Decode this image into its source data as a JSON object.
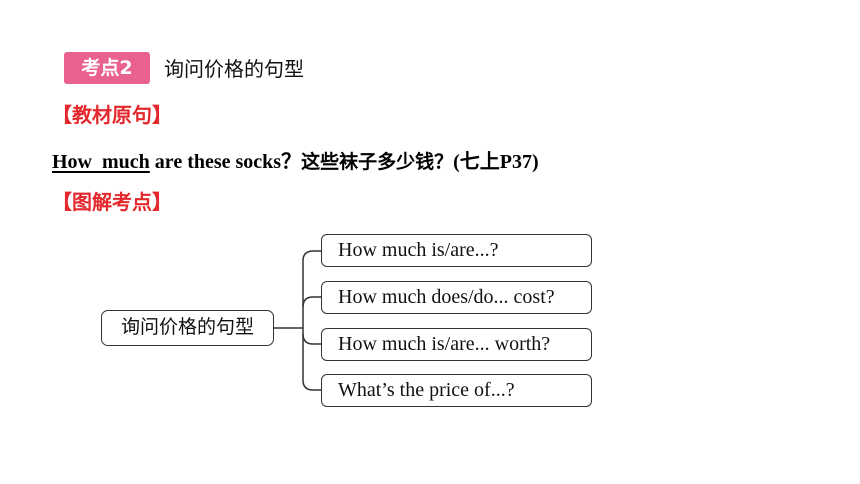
{
  "header": {
    "badge": "考点2",
    "title": "询问价格的句型"
  },
  "textbook": {
    "heading": "【教材原句】",
    "sentence_how": "How",
    "sentence_much": "much",
    "sentence_rest": " are these socks？",
    "sentence_cn": "这些袜子多少钱？",
    "sentence_src": "(七上P37)"
  },
  "diagram": {
    "heading": "【图解考点】",
    "center": "询问价格的句型",
    "branches": [
      "How much is/are...?",
      "How much does/do... cost?",
      "How much is/are... worth?",
      "What’s the price of...?"
    ]
  }
}
